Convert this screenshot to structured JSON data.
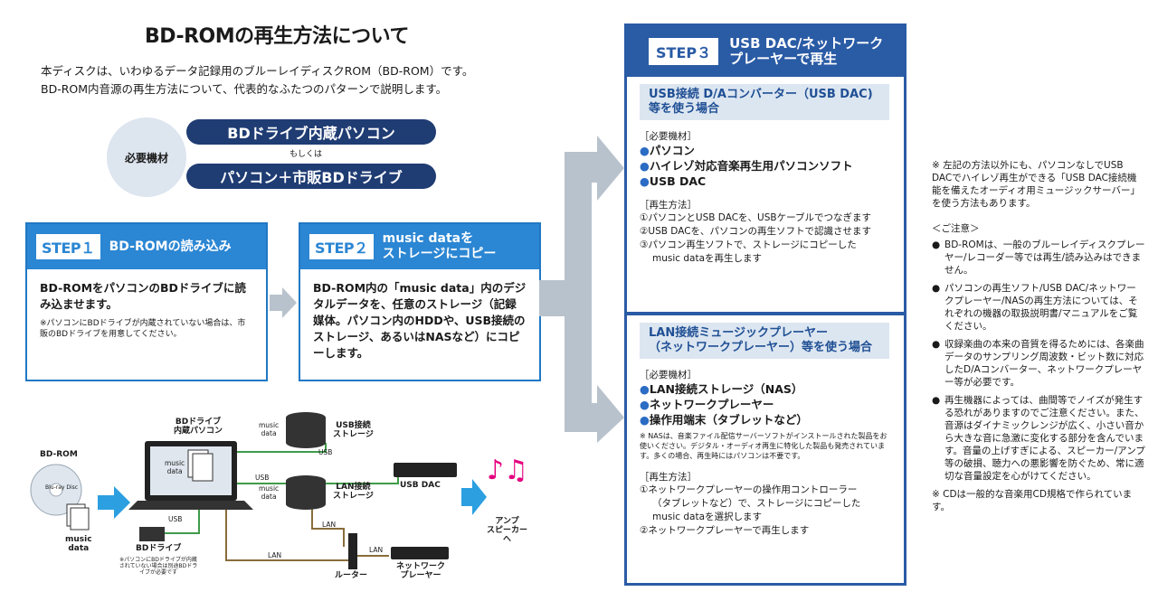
{
  "header": {
    "title": "BD-ROMの再生方法について",
    "intro_line1": "本ディスクは、いわゆるデータ記録用のブルーレイディスクROM（BD-ROM）です。",
    "intro_line2": "BD-ROM内音源の再生方法について、代表的なふたつのパターンで説明します。"
  },
  "requirements": {
    "label": "必要機材",
    "option1": "BDドライブ内蔵パソコン",
    "or": "もしくは",
    "option2": "パソコン＋市販BDドライブ"
  },
  "step1": {
    "tag": "STEP１",
    "title": "BD-ROMの読み込み",
    "main": "BD-ROMをパソコンのBDドライブに読み込ませます。",
    "note": "※パソコンにBDドライブが内蔵されていない場合は、市販のBDドライブを用意してください。"
  },
  "step2": {
    "tag": "STEP２",
    "title_line1": "music dataを",
    "title_line2": "ストレージにコピー",
    "main": "BD-ROM内の「music data」内のデジタルデータを、任意のストレージ（記録媒体。パソコン内のHDDや、USB接続のストレージ、あるいはNASなど）にコピーします。"
  },
  "step3": {
    "tag": "STEP３",
    "title_line1": "USB DAC/ネットワーク",
    "title_line2": "プレーヤーで再生",
    "section1": {
      "heading_line1": "USB接続 D/Aコンバーター（USB DAC)",
      "heading_line2": "等を使う場合",
      "equipment_label": "［必要機材］",
      "equipment": [
        "パソコン",
        "ハイレゾ対応音楽再生用パソコンソフト",
        "USB DAC"
      ],
      "method_label": "［再生方法］",
      "method": [
        "①パソコンとUSB DACを、USBケーブルでつなぎます",
        "②USB DACを、パソコンの再生ソフトで認識させます",
        "③パソコン再生ソフトで、ストレージにコピーした",
        "music dataを再生します"
      ]
    },
    "section2": {
      "heading_line1": "LAN接続ミュージックプレーヤー",
      "heading_line2": "（ネットワークプレーヤー）等を使う場合",
      "equipment_label": "［必要機材］",
      "equipment": [
        "LAN接続ストレージ（NAS）",
        "ネットワークプレーヤー",
        "操作用端末（タブレットなど）"
      ],
      "note": "※ NASは、音楽ファイル配信サーバーソフトがインストールされた製品をお使いください。デジタル・オーディオ再生に特化した製品も発売されています。多くの場合、再生時にはパソコンは不要です。",
      "method_label": "［再生方法］",
      "method": [
        "①ネットワークプレーヤーの操作用コントローラー",
        "（タブレットなど）で、ストレージにコピーした",
        "music dataを選択します",
        "②ネットワークプレーヤーで再生します"
      ]
    }
  },
  "side_notes": {
    "intro": "※ 左記の方法以外にも、パソコンなしでUSB DACでハイレゾ再生ができる「USB DAC接続機能を備えたオーディオ用ミュージックサーバー」を使う方法もあります。",
    "caution_label": "＜ご注意＞",
    "cautions": [
      "BD-ROMは、一般のブルーレイディスクプレーヤー/レコーダー等では再生/読み込みはできません。",
      "パソコンの再生ソフト/USB DAC/ネットワークプレーヤー/NASの再生方法については、それぞれの機器の取扱説明書/マニュアルをご覧ください。",
      "収録楽曲の本来の音質を得るためには、各楽曲データのサンプリング周波数・ビット数に対応したD/Aコンバーター、ネットワークプレーヤー等が必要です。",
      "再生機器によっては、曲間等でノイズが発生する恐れがありますのでご注意ください。また、音源はダイナミックレンジが広く、小さい音から大きな音に急激に変化する部分を含んでいます。音量の上げすぎによる、スピーカー/アンプ等の破損、聴力への悪影響を防ぐため、常に適切な音量設定を心がけてください。"
    ],
    "footer": "※ CDは一般的な音楽用CD規格で作られています。"
  },
  "diagram": {
    "bdrom_label": "BD-ROM",
    "disc_logo": "Blu-ray Disc",
    "music_data": "music\ndata",
    "pc_label_line1": "BDドライブ",
    "pc_label_line2": "内蔵パソコン",
    "bd_drive_label": "BDドライブ",
    "bd_drive_note": "※パソコンにBDドライブが内蔵されていない場合は別途BDドライブが必要です",
    "usb_storage_line1": "USB接続",
    "usb_storage_line2": "ストレージ",
    "lan_storage_line1": "LAN接続",
    "lan_storage_line2": "ストレージ",
    "usb_dac": "USB DAC",
    "router": "ルーター",
    "network_player_line1": "ネットワーク",
    "network_player_line2": "プレーヤー",
    "amp_line1": "アンプ",
    "amp_line2": "スピーカー",
    "amp_line3": "へ",
    "usb": "USB",
    "lan": "LAN",
    "colors": {
      "usb_line": "#3f9b4a",
      "lan_line": "#8a6d3b",
      "arrow": "#2b9fe0"
    }
  },
  "colors": {
    "step_blue": "#2b86d3",
    "step3_blue": "#2a5ba5",
    "pill_navy": "#1f3c73",
    "arrow_gray": "#b8c2cc"
  }
}
